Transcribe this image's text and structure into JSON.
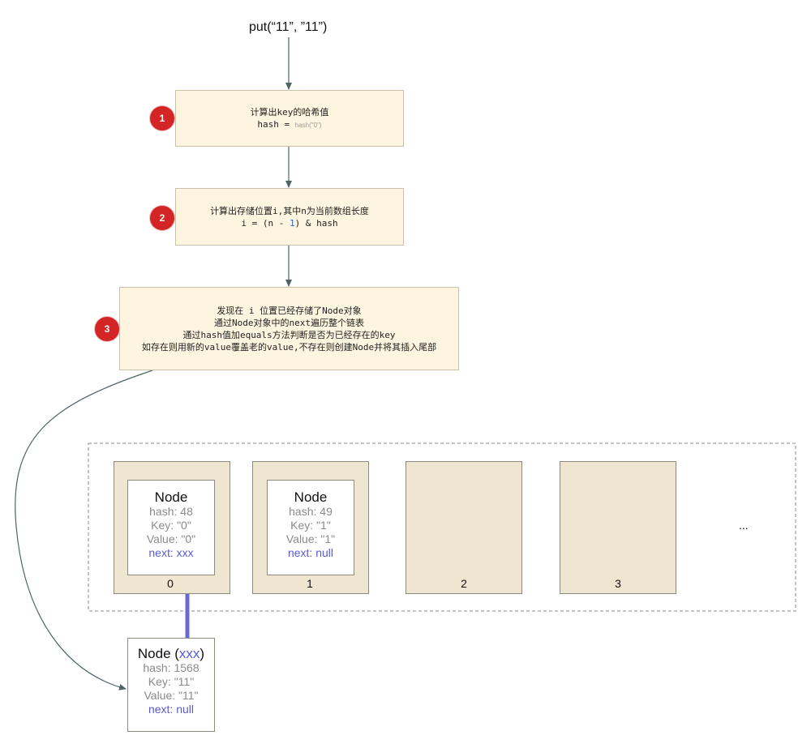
{
  "call": "put(“11”, ”11”)",
  "steps": [
    {
      "badge": "1",
      "lines": [
        "计算出key的哈希值",
        "hash = "
      ],
      "hash_fn": "hash(\"0\")"
    },
    {
      "badge": "2",
      "lines": [
        "计算出存储位置i,其中n为当前数组长度"
      ],
      "expr_pre": "i = (n - ",
      "expr_num": "1",
      "expr_post": ") & hash"
    },
    {
      "badge": "3",
      "lines": [
        "发现在 i 位置已经存储了Node对象",
        "通过Node对象中的next遍历整个链表",
        "通过hash值加equals方法判断是否为已经存在的key",
        "如存在则用新的value覆盖老的value,不存在则创建Node并将其插入尾部"
      ]
    }
  ],
  "buckets": [
    {
      "index": "0",
      "node": {
        "title": "Node",
        "hash": "hash: 48",
        "key": "Key: \"0\"",
        "value": "Value: \"0\"",
        "next": "next: xxx"
      }
    },
    {
      "index": "1",
      "node": {
        "title": "Node",
        "hash": "hash: 49",
        "key": "Key: \"1\"",
        "value": "Value: \"1\"",
        "next": "next: null"
      }
    },
    {
      "index": "2"
    },
    {
      "index": "3"
    }
  ],
  "ellipsis": "...",
  "new_node": {
    "title_pre": "Node (",
    "title_ref": "xxx",
    "title_post": ")",
    "hash": "hash: 1568",
    "key": "Key: \"11\"",
    "value": "Value: \"11\"",
    "next": "next: null"
  },
  "colors": {
    "box_fill": "#fdf5df",
    "bucket_fill": "#efe6d2",
    "badge": "#d32525",
    "link_arrow": "#6a6ad0",
    "flow_arrow": "#4d6466"
  }
}
